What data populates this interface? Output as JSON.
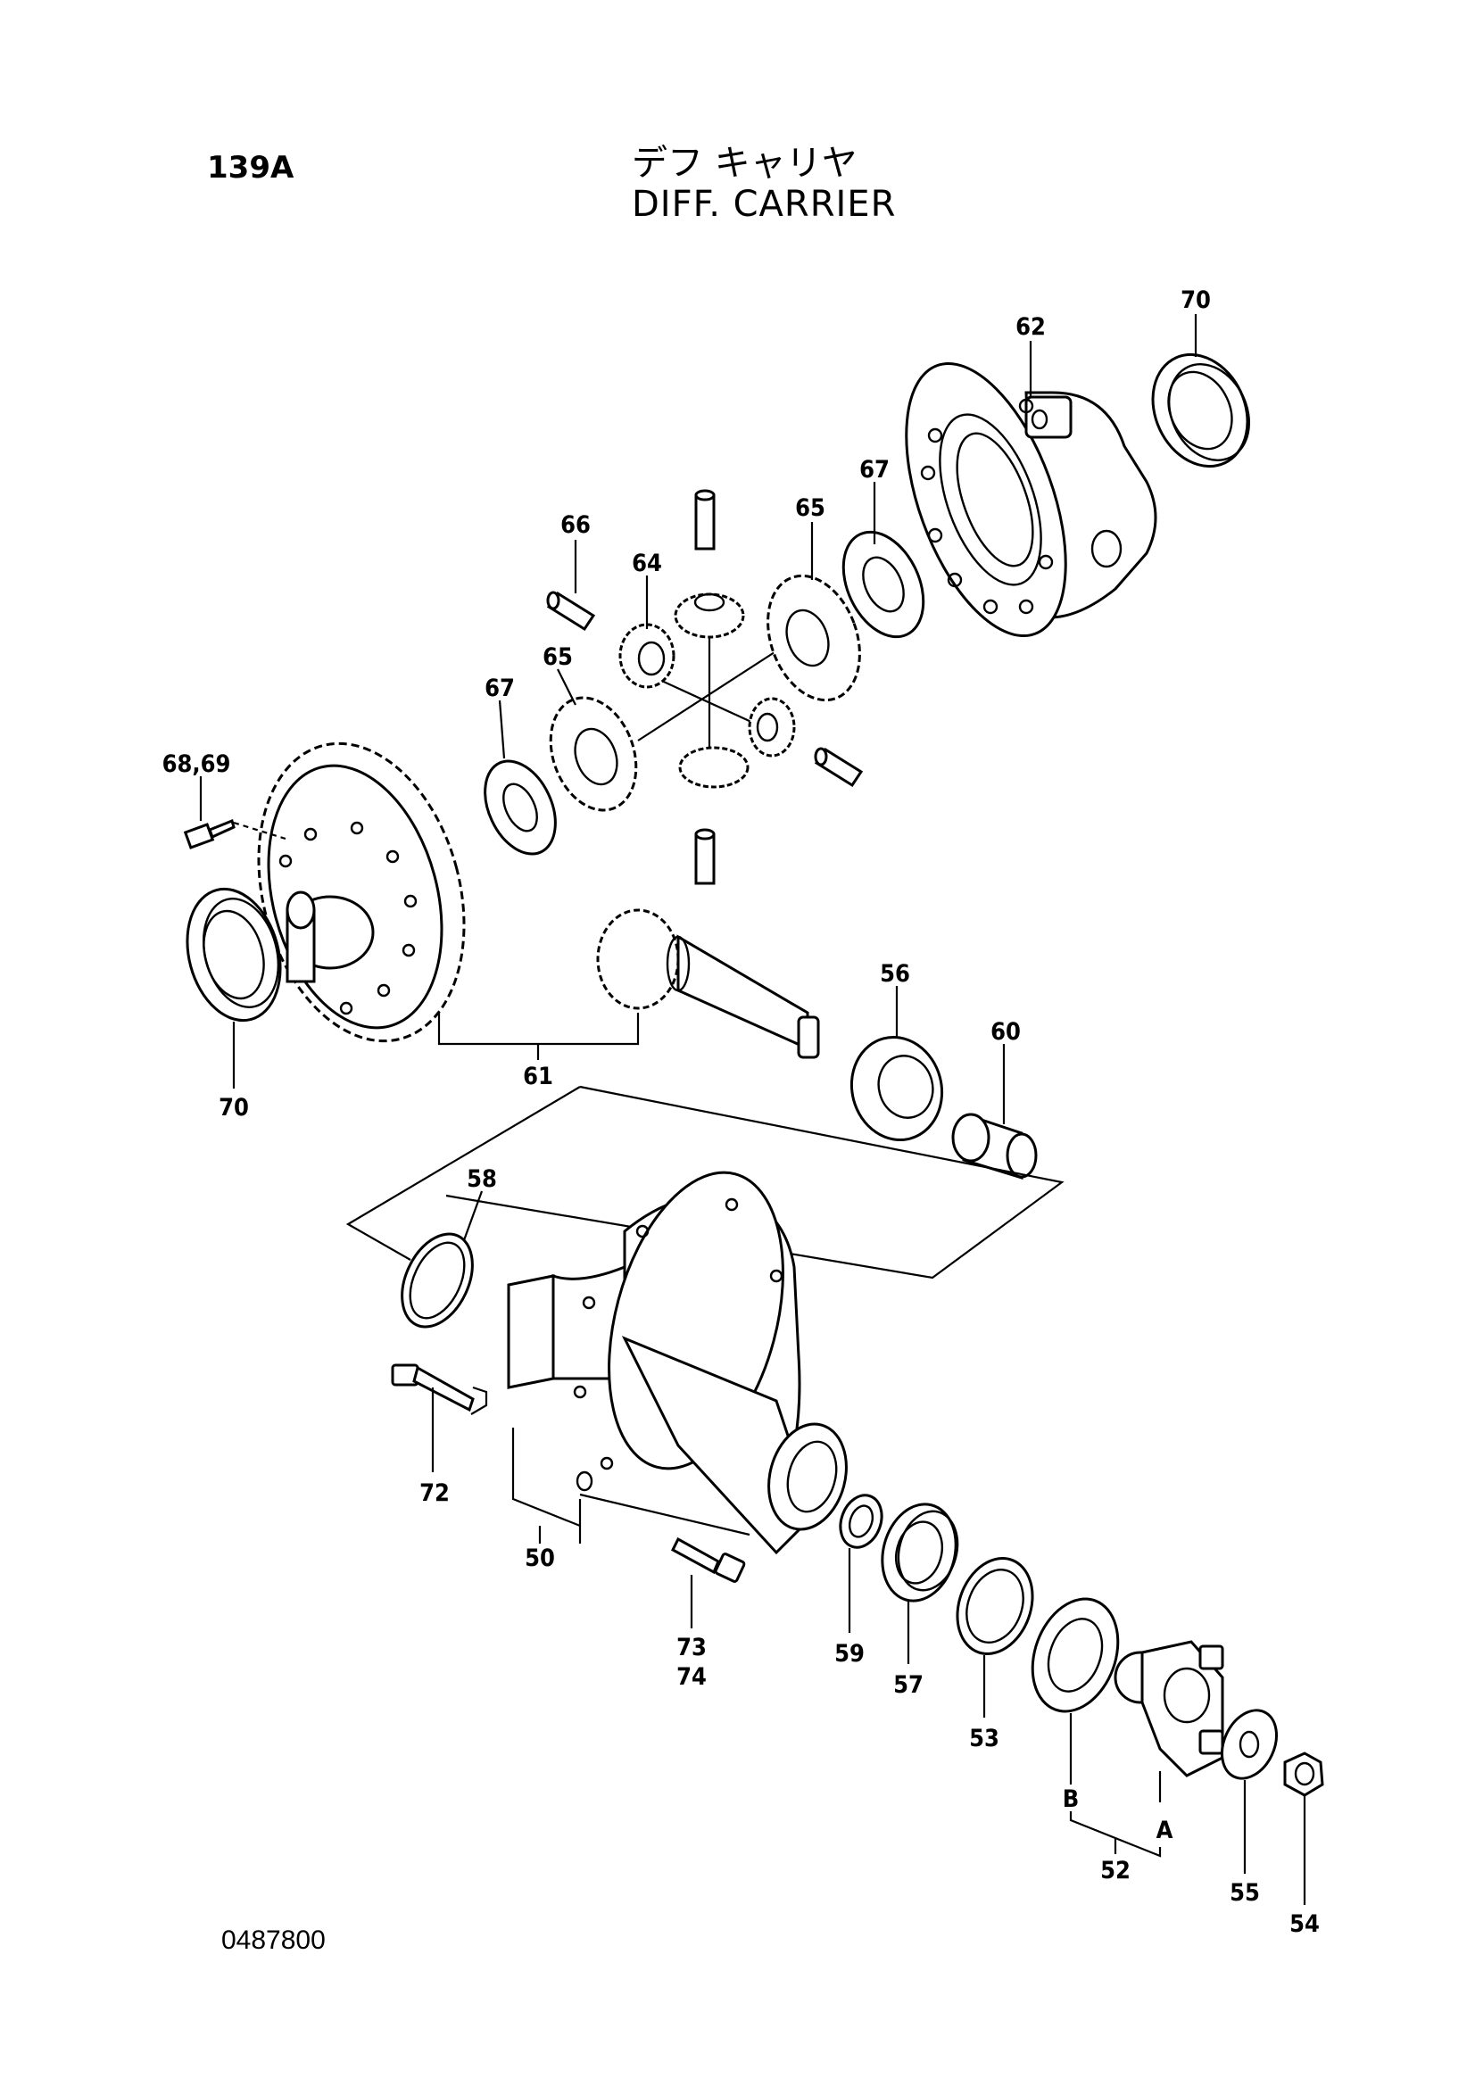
{
  "header": {
    "page_code": "139A",
    "title_jp": "デフ キャリヤ",
    "title_en": "DIFF. CARRIER"
  },
  "footer": {
    "drawing_number": "0487800"
  },
  "callouts": [
    {
      "id": "62",
      "label": "62"
    },
    {
      "id": "70-top",
      "label": "70"
    },
    {
      "id": "67-right",
      "label": "67"
    },
    {
      "id": "66",
      "label": "66"
    },
    {
      "id": "65-right",
      "label": "65"
    },
    {
      "id": "64",
      "label": "64"
    },
    {
      "id": "65-left",
      "label": "65"
    },
    {
      "id": "67-left",
      "label": "67"
    },
    {
      "id": "68-69",
      "label": "68,69"
    },
    {
      "id": "56",
      "label": "56"
    },
    {
      "id": "60",
      "label": "60"
    },
    {
      "id": "70-left",
      "label": "70"
    },
    {
      "id": "61",
      "label": "61"
    },
    {
      "id": "58",
      "label": "58"
    },
    {
      "id": "72",
      "label": "72"
    },
    {
      "id": "50",
      "label": "50"
    },
    {
      "id": "73",
      "label": "73"
    },
    {
      "id": "74",
      "label": "74"
    },
    {
      "id": "59",
      "label": "59"
    },
    {
      "id": "57",
      "label": "57"
    },
    {
      "id": "53",
      "label": "53"
    },
    {
      "id": "B",
      "label": "B"
    },
    {
      "id": "A",
      "label": "A"
    },
    {
      "id": "52",
      "label": "52"
    },
    {
      "id": "55",
      "label": "55"
    },
    {
      "id": "54",
      "label": "54"
    }
  ]
}
